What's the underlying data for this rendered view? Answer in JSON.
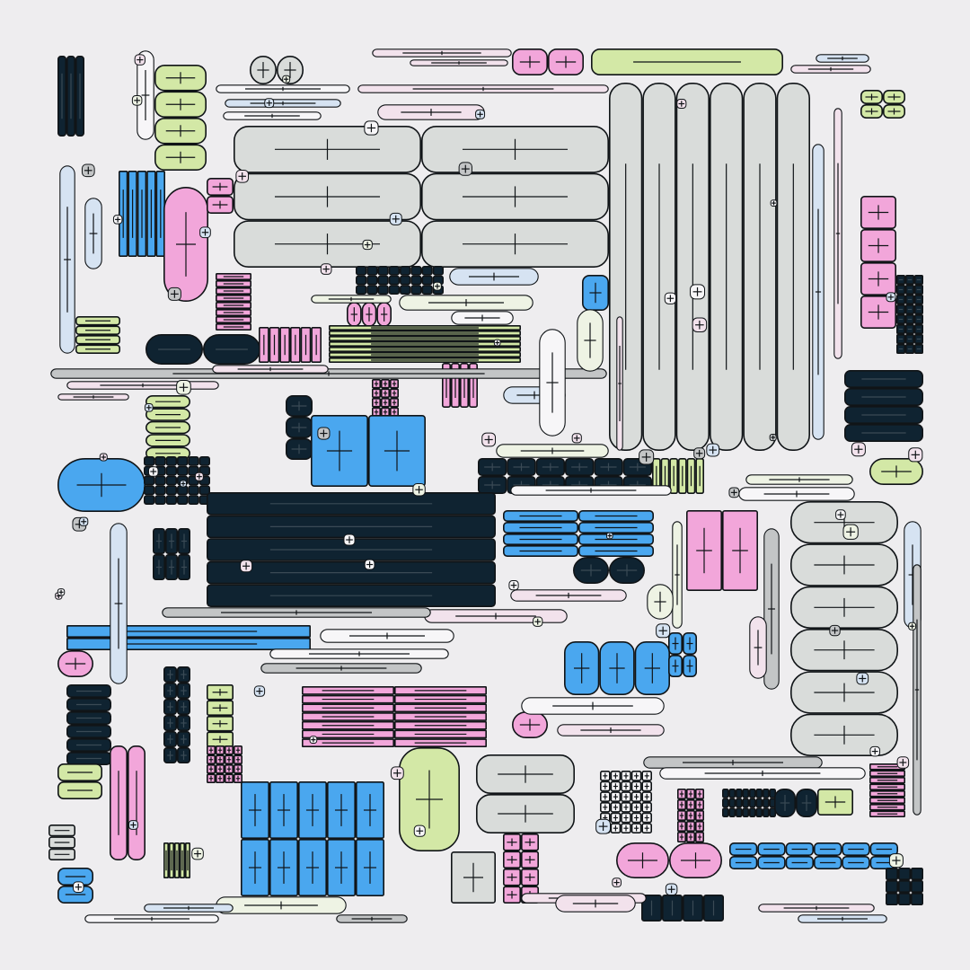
{
  "palette": {
    "background": "#eeedef",
    "outline": "#101417",
    "navy": "#0f2331",
    "blue": "#4aa7ef",
    "pink": "#f2a6da",
    "lime": "#d3e8a6",
    "gray": "#d9dcda",
    "silver": "#c3c5c6",
    "pale_blue": "#d6e3f2",
    "pale_pink": "#f2e2ec",
    "pale_green": "#eef3e4",
    "white": "#f7f6f8"
  },
  "motif": {
    "shape": "rounded-rectangle",
    "mark": "crosshair-plus",
    "stroke": "black"
  }
}
